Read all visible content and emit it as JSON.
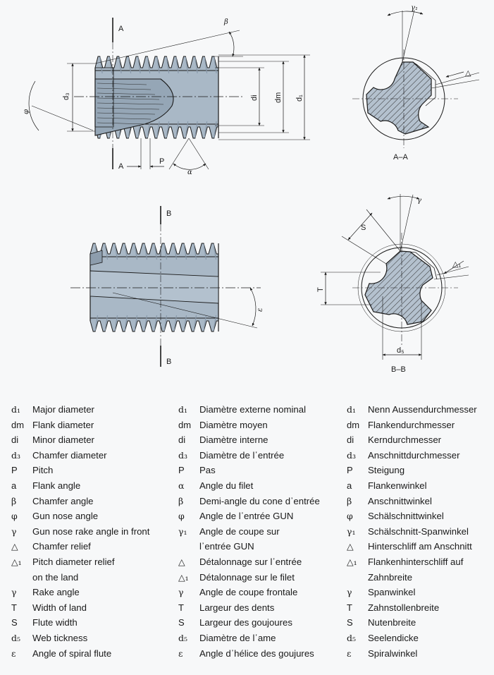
{
  "diagram": {
    "section_labels": {
      "top_a": "A",
      "bottom_a": "A",
      "top_b": "B",
      "bottom_b": "B",
      "view_aa": "A–A",
      "view_bb": "B–B"
    },
    "dimension_labels": {
      "d3": "d₃",
      "di": "di",
      "dm": "dm",
      "d1": "d₁",
      "phi": "φ",
      "beta": "β",
      "p": "P",
      "alpha": "α",
      "gamma1": "γ₁",
      "delta": "△",
      "gamma": "γ",
      "s": "S",
      "t": "T",
      "delta1": "△₁",
      "d5": "d₅",
      "epsilon": "ε"
    }
  },
  "legend": {
    "english": [
      {
        "sym": "d₁",
        "text": "Major diameter"
      },
      {
        "sym": "dm",
        "text": "Flank diameter"
      },
      {
        "sym": "di",
        "text": "Minor diameter"
      },
      {
        "sym": "d₃",
        "text": "Chamfer diameter"
      },
      {
        "sym": "P",
        "text": "Pitch"
      },
      {
        "sym": "a",
        "text": "Flank angle"
      },
      {
        "sym": "β",
        "text": "Chamfer angle"
      },
      {
        "sym": "φ",
        "text": "Gun nose angle"
      },
      {
        "sym": "γ",
        "text": "Gun nose rake angle in front"
      },
      {
        "sym": "△",
        "text": "Chamfer relief"
      },
      {
        "sym": "△₁",
        "text": "Pitch diameter relief"
      },
      {
        "sym": "",
        "text": "on the land"
      },
      {
        "sym": "γ",
        "text": "Rake angle"
      },
      {
        "sym": "T",
        "text": "Width of land"
      },
      {
        "sym": "S",
        "text": "Flute width"
      },
      {
        "sym": "d₅",
        "text": "Web tickness"
      },
      {
        "sym": "ε",
        "text": "Angle of spiral flute"
      }
    ],
    "french": [
      {
        "sym": "d₁",
        "text": "Diamètre externe nominal"
      },
      {
        "sym": "dm",
        "text": "Diamètre moyen"
      },
      {
        "sym": "di",
        "text": "Diamètre interne"
      },
      {
        "sym": "d₃",
        "text": "Diamètre de l᾽entrée"
      },
      {
        "sym": "P",
        "text": "Pas"
      },
      {
        "sym": "α",
        "text": "Angle du filet"
      },
      {
        "sym": "β",
        "text": "Demi-angle du cone d᾽entrée"
      },
      {
        "sym": "φ",
        "text": "Angle de l᾽entrée GUN"
      },
      {
        "sym": "γ₁",
        "text": "Angle de coupe sur"
      },
      {
        "sym": "",
        "text": "l᾽entrée GUN"
      },
      {
        "sym": "△",
        "text": "Détalonnage sur l᾽entrée"
      },
      {
        "sym": "△₁",
        "text": "Détalonnage sur le filet"
      },
      {
        "sym": "γ",
        "text": "Angle de coupe frontale"
      },
      {
        "sym": "T",
        "text": "Largeur des dents"
      },
      {
        "sym": "S",
        "text": "Largeur des goujoures"
      },
      {
        "sym": "d₅",
        "text": "Diamètre de l᾽ame"
      },
      {
        "sym": "ε",
        "text": "Angle d᾽hélice des goujures"
      }
    ],
    "german": [
      {
        "sym": "d₁",
        "text": "Nenn Aussendurchmesser"
      },
      {
        "sym": "dm",
        "text": "Flankendurchmesser"
      },
      {
        "sym": "di",
        "text": "Kerndurchmesser"
      },
      {
        "sym": "d₃",
        "text": "Anschnittdurchmesser"
      },
      {
        "sym": "P",
        "text": "Steigung"
      },
      {
        "sym": "a",
        "text": "Flankenwinkel"
      },
      {
        "sym": "β",
        "text": "Anschnittwinkel"
      },
      {
        "sym": "φ",
        "text": "Schälschnittwinkel"
      },
      {
        "sym": "γ₁",
        "text": "Schälschnitt-Spanwinkel"
      },
      {
        "sym": "△",
        "text": "Hinterschliff am Anschnitt"
      },
      {
        "sym": "△₁",
        "text": "Flankenhinterschliff auf"
      },
      {
        "sym": "",
        "text": "Zahnbreite"
      },
      {
        "sym": "γ",
        "text": "Spanwinkel"
      },
      {
        "sym": "T",
        "text": "Zahnstollenbreite"
      },
      {
        "sym": "S",
        "text": "Nutenbreite"
      },
      {
        "sym": "d₅",
        "text": "Seelendicke"
      },
      {
        "sym": "ε",
        "text": "Spiralwinkel"
      }
    ]
  },
  "colors": {
    "tool_fill": "#a9b8c6",
    "tool_dark": "#8a9aab",
    "line": "#1a1a1a",
    "background": "#f7f8f9"
  }
}
